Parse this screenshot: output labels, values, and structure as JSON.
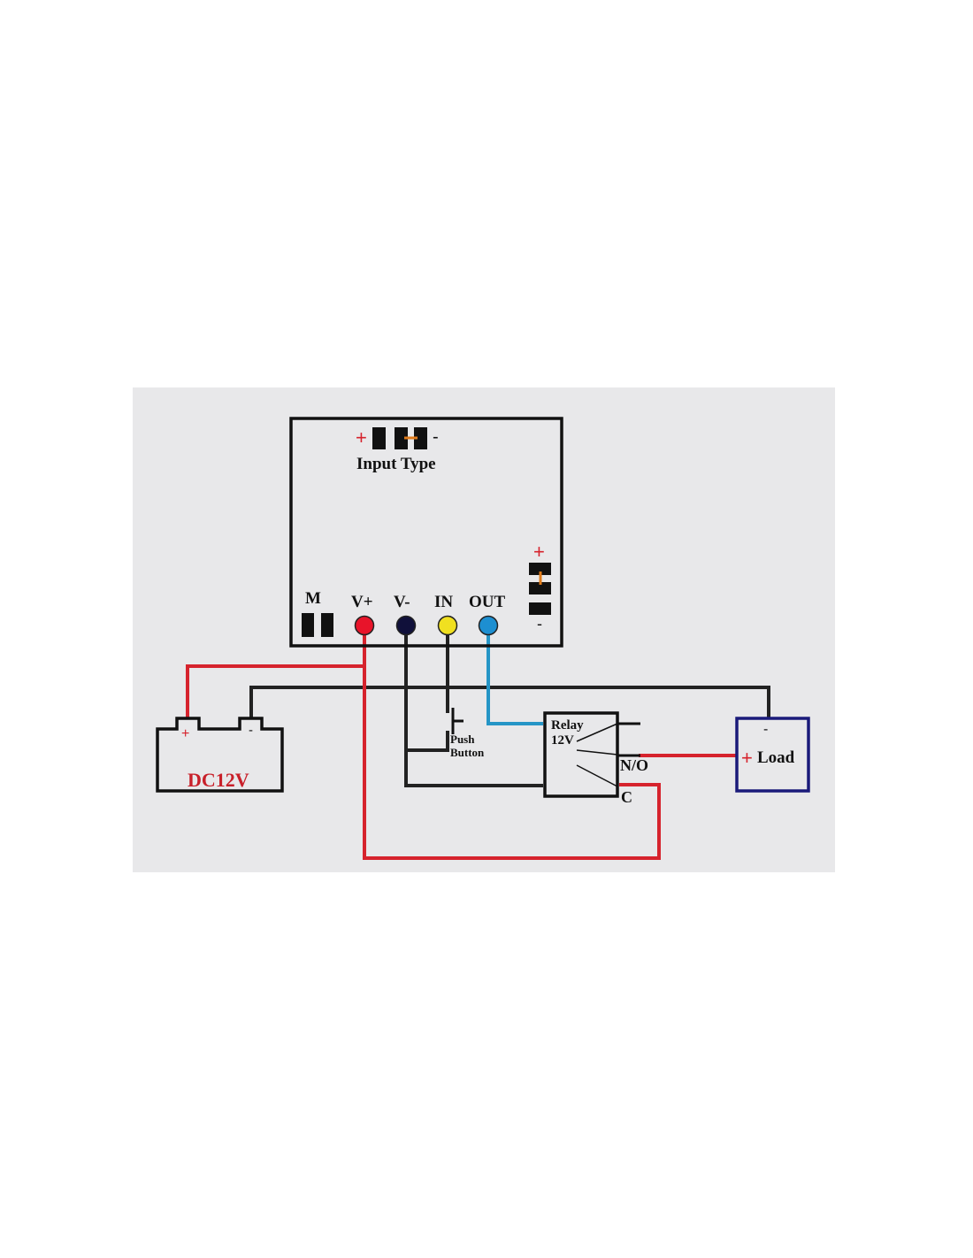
{
  "colors": {
    "panel": "#e8e8ea",
    "wire_black": "#222222",
    "wire_red": "#d6232d",
    "wire_blue": "#2595c6",
    "jumper": "#e07b1a",
    "terminal_vplus": "#e8142a",
    "terminal_vminus": "#10103a",
    "terminal_in": "#f0e020",
    "terminal_out": "#1d8fd1",
    "load_border": "#1a1a7a",
    "battery_label": "#c8202a"
  },
  "controller": {
    "input_type_label": "Input Type",
    "input_plus": "+",
    "input_minus": "-",
    "side_plus": "+",
    "side_minus": "-",
    "m_label": "M",
    "terminals": [
      {
        "label": "V+",
        "color_key": "terminal_vplus"
      },
      {
        "label": "V-",
        "color_key": "terminal_vminus"
      },
      {
        "label": "IN",
        "color_key": "terminal_in"
      },
      {
        "label": "OUT",
        "color_key": "terminal_out"
      }
    ]
  },
  "battery": {
    "label": "DC12V",
    "plus": "+",
    "minus": "-"
  },
  "push_button": {
    "line1": "Push",
    "line2": "Button"
  },
  "relay": {
    "line1": "Relay",
    "line2": "12V",
    "no_label": "N/O",
    "c_label": "C"
  },
  "load": {
    "label": "Load",
    "plus": "+",
    "minus": "-"
  }
}
